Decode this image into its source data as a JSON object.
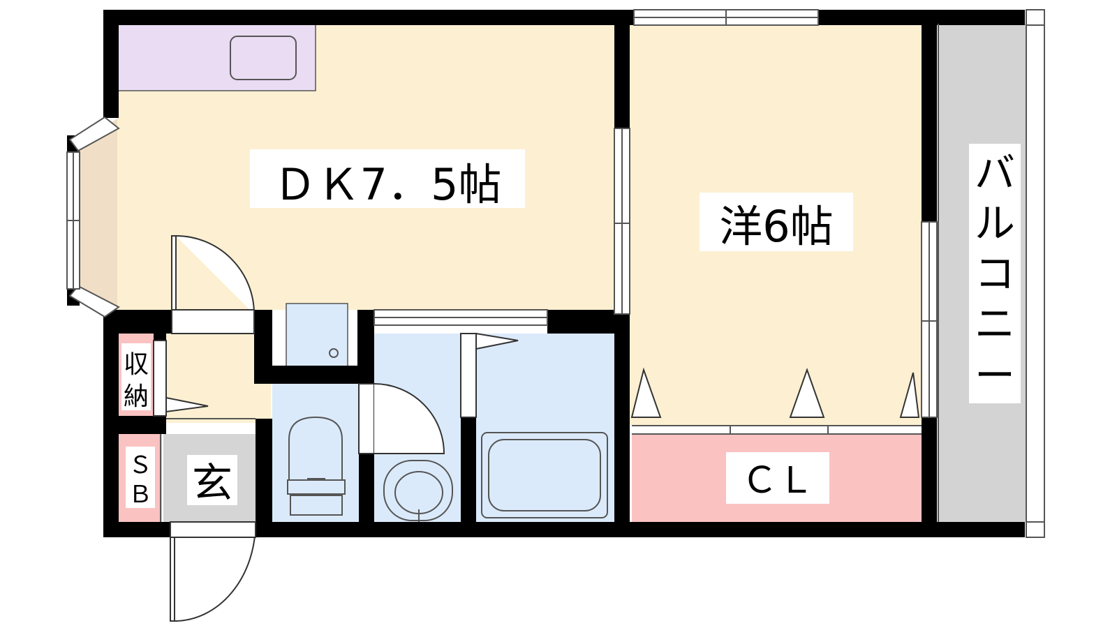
{
  "rooms": {
    "dk": "ＤＫ7．5帖",
    "western": "洋6帖",
    "closet": "ＣＬ",
    "balcony": [
      "バ",
      "ル",
      "コ",
      "ニ",
      "ー"
    ],
    "storage": [
      "収",
      "納"
    ],
    "shoe_box": [
      "Ｓ",
      "Ｂ"
    ],
    "entrance": "玄"
  },
  "colors": {
    "living": "#fdf0d2",
    "kitchen": "#eadcf3",
    "wet_area": "#dbeafb",
    "closet": "#fbc2c2",
    "balcony": "#d3d3d3",
    "entrance": "#d5d5d5",
    "bay": "#f0dfc6",
    "wall": "#000000"
  }
}
